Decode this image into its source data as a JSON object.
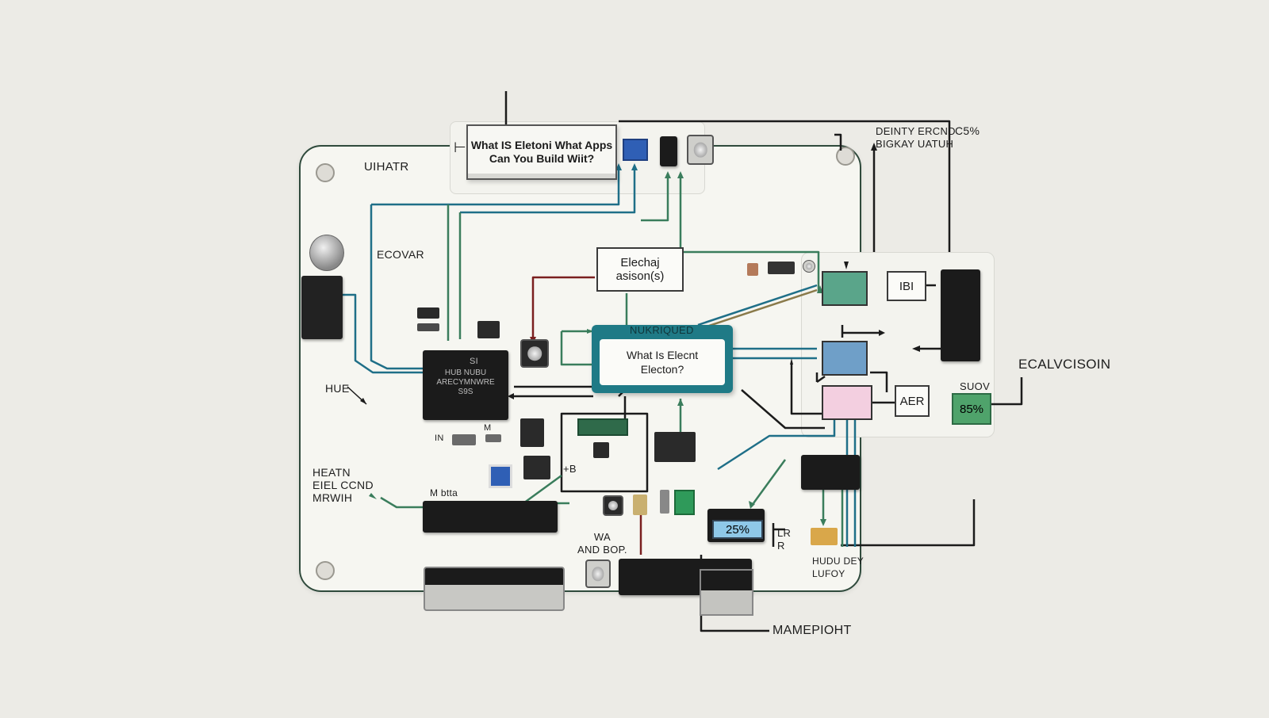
{
  "title_box": {
    "text": "What IS Eletoni What Apps\nCan You Build Wiit?"
  },
  "center_box": {
    "header": "NUKRIQUED",
    "text": "What Is Elecnt\nElecton?"
  },
  "box_electron": {
    "text": "Elechaj\nasison(s)"
  },
  "box_ibi": {
    "text": "IBI"
  },
  "box_aer": {
    "text": "AER"
  },
  "indicator_85": {
    "value": "85%",
    "color": "#4fa36b"
  },
  "indicator_25": {
    "value": "25%",
    "color": "#8fc8e8"
  },
  "chip_main": {
    "text": "HUB NUBU\nARECYMNWRE\nS9S"
  },
  "labels": {
    "uihatr": "UIHATR",
    "ecovar": "ECOVAR",
    "hue": "HUE",
    "heatn": "HEATN\nEIEL CCND\nMRWIH",
    "mbota": "M btta",
    "plus_b": "+B",
    "wa_and_bop": "WA\nAND BOP.",
    "deinty": "DEINTY ERCND\nBIGKAY UATUH",
    "c5": "C5%",
    "ecalvcisoin": "ECALVCISOIN",
    "suov": "SUOV",
    "hudu_dey": "HUDU DEY\nLUFOY",
    "lrr": "LR\nR",
    "mamepioht": "MAMEPIOHT",
    "in": "IN",
    "m": "M",
    "si": "SI"
  },
  "colors": {
    "teal": "#1f7a86",
    "green_wire": "#3a7d5c",
    "block_green": "#5aa58a",
    "block_blue": "#6f9fc8",
    "block_pink": "#f3cfe0",
    "dark_red": "#7a1f1f",
    "blue_button": "#2f5fb5",
    "green_square": "#2f9a5a"
  }
}
